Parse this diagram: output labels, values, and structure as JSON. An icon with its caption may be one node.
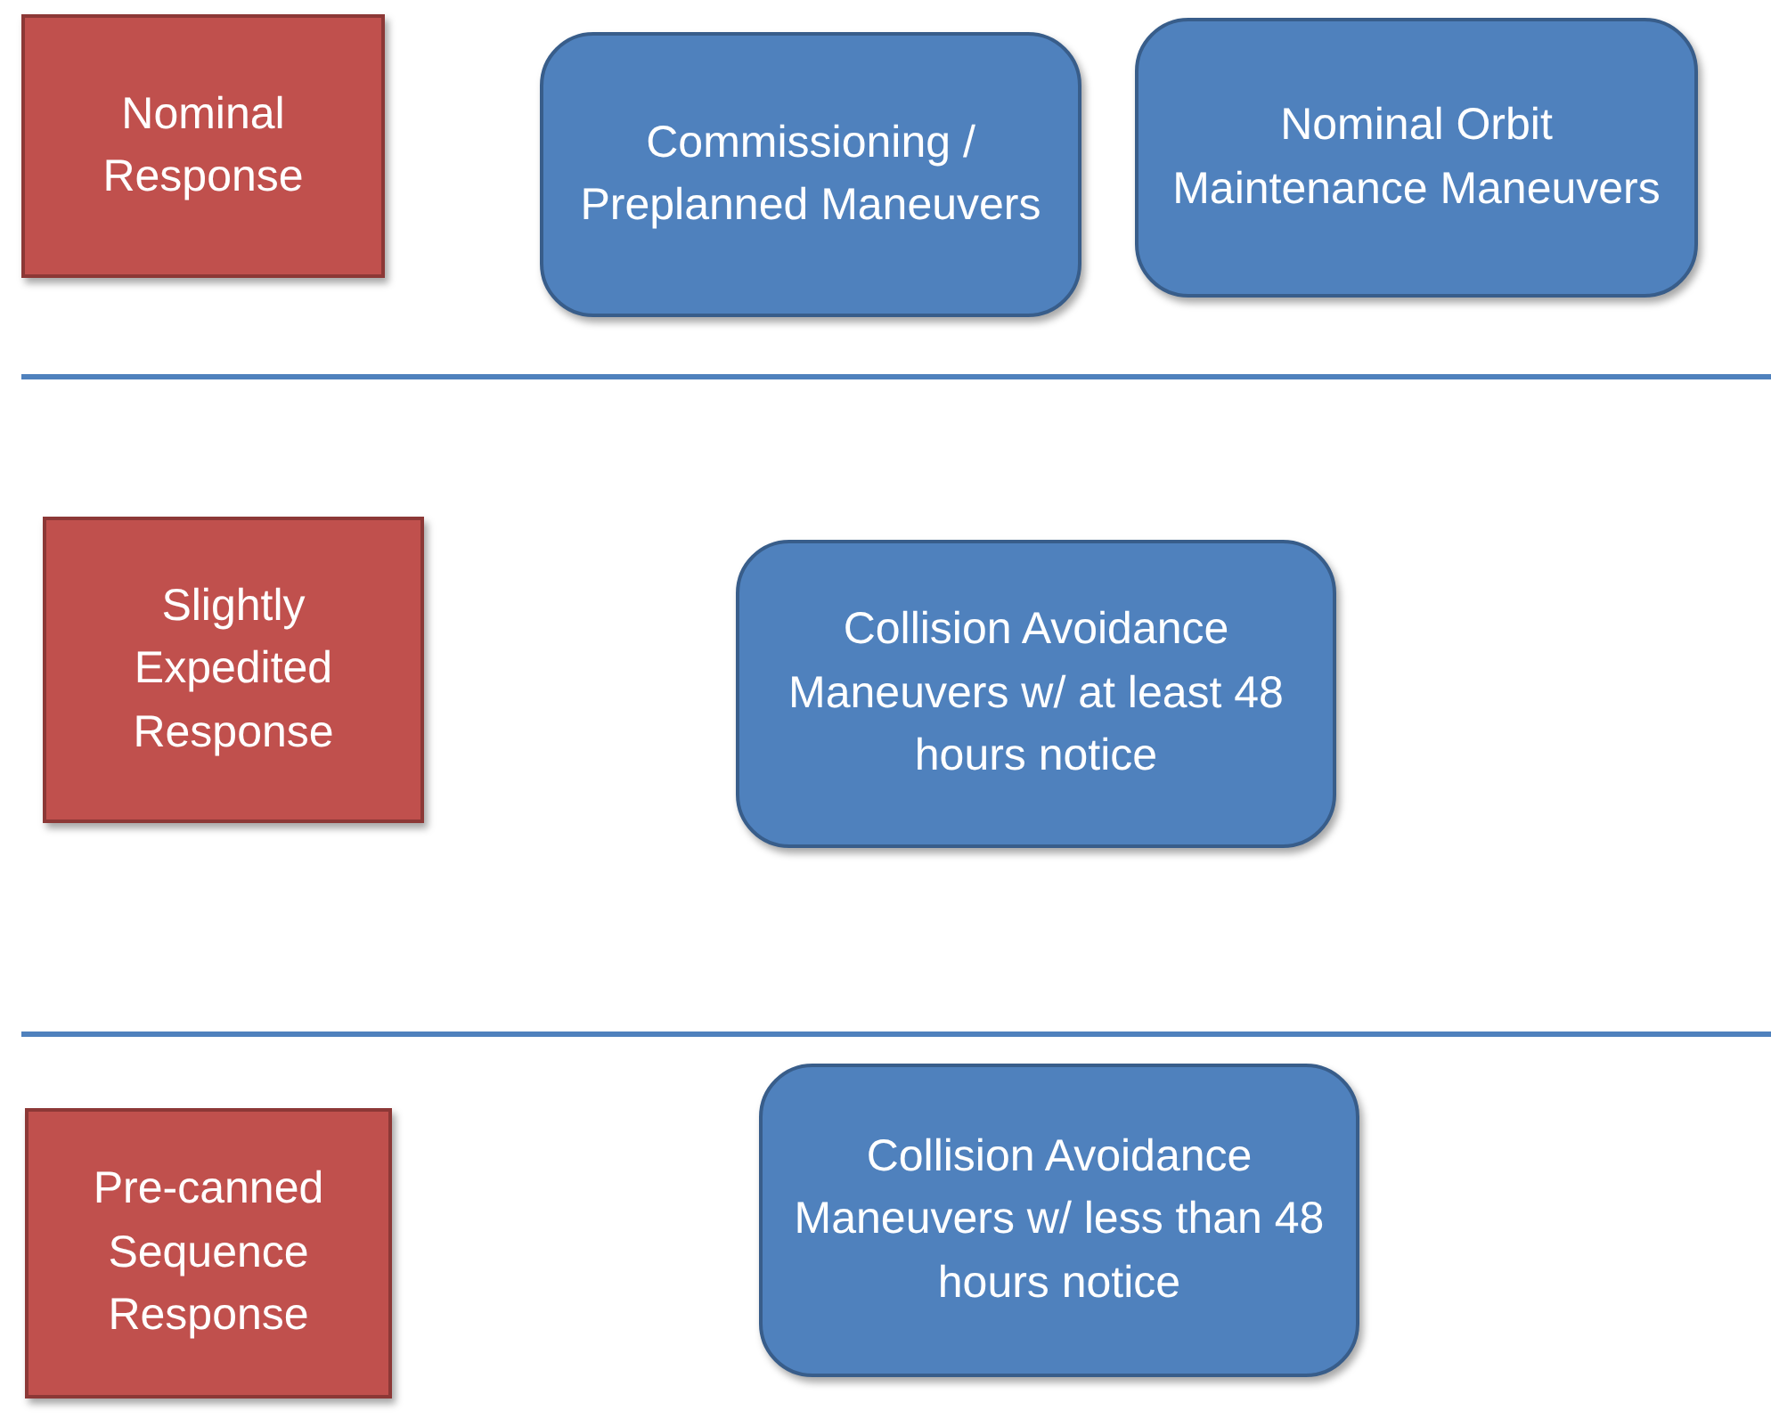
{
  "diagram": {
    "nodes": [
      {
        "text": [
          "Nominal Response"
        ]
      },
      {
        "text": [
          "Commissioning / Preplanned Maneuvers"
        ]
      },
      {
        "text": [
          "Nominal Orbit Maintenance Maneuvers"
        ]
      },
      {
        "text": [
          "Slightly Expedited Response"
        ]
      },
      {
        "text": [
          "Collision Avoidance Maneuvers w/ at least 48 hours notice"
        ]
      },
      {
        "text": [
          "Pre-canned Sequence Response"
        ]
      },
      {
        "text": [
          "Collision Avoidance Maneuvers w/ less than 48 hours notice"
        ]
      }
    ]
  }
}
